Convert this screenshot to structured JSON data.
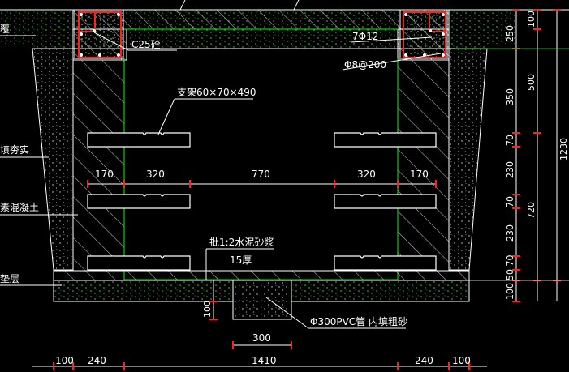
{
  "labels": {
    "concrete_grade": "C25砼",
    "rebar_main": "7Φ12",
    "rebar_stirrup": "Φ8@200",
    "bracket": "支架60×70×490",
    "mortar_line1": "批1:2水泥砂浆",
    "mortar_line2": "15厚",
    "pvc_pipe": "Φ300PVC管 内填粗砂",
    "left_1": "覆",
    "left_2": "填夯实",
    "left_3": "素混凝土",
    "left_4": "垫层"
  },
  "dims_horizontal": {
    "inner_1": "170",
    "inner_2": "320",
    "inner_3": "770",
    "inner_4": "320",
    "inner_5": "170",
    "pipe_width": "300",
    "bottom_1": "100",
    "bottom_2": "240",
    "bottom_3": "1410",
    "bottom_4": "240",
    "bottom_5": "100"
  },
  "dims_vertical": {
    "v_250": "250",
    "v_350": "350",
    "v_70a": "70",
    "v_230a": "230",
    "v_70b": "70",
    "v_230b": "230",
    "v_5070": "50 70",
    "v_100": "100",
    "pipe_depth": "100",
    "r_100": "100",
    "r_500": "500",
    "r_720": "720",
    "r_1230": "1230"
  },
  "colors": {
    "background": "#000000",
    "outline": "#ffffff",
    "hatch": "#c8c8c8",
    "green_lines": "#00ff00",
    "rebar": "#ff2020",
    "dim_arrow": "#ff0000",
    "dim_line": "#ffffff"
  }
}
